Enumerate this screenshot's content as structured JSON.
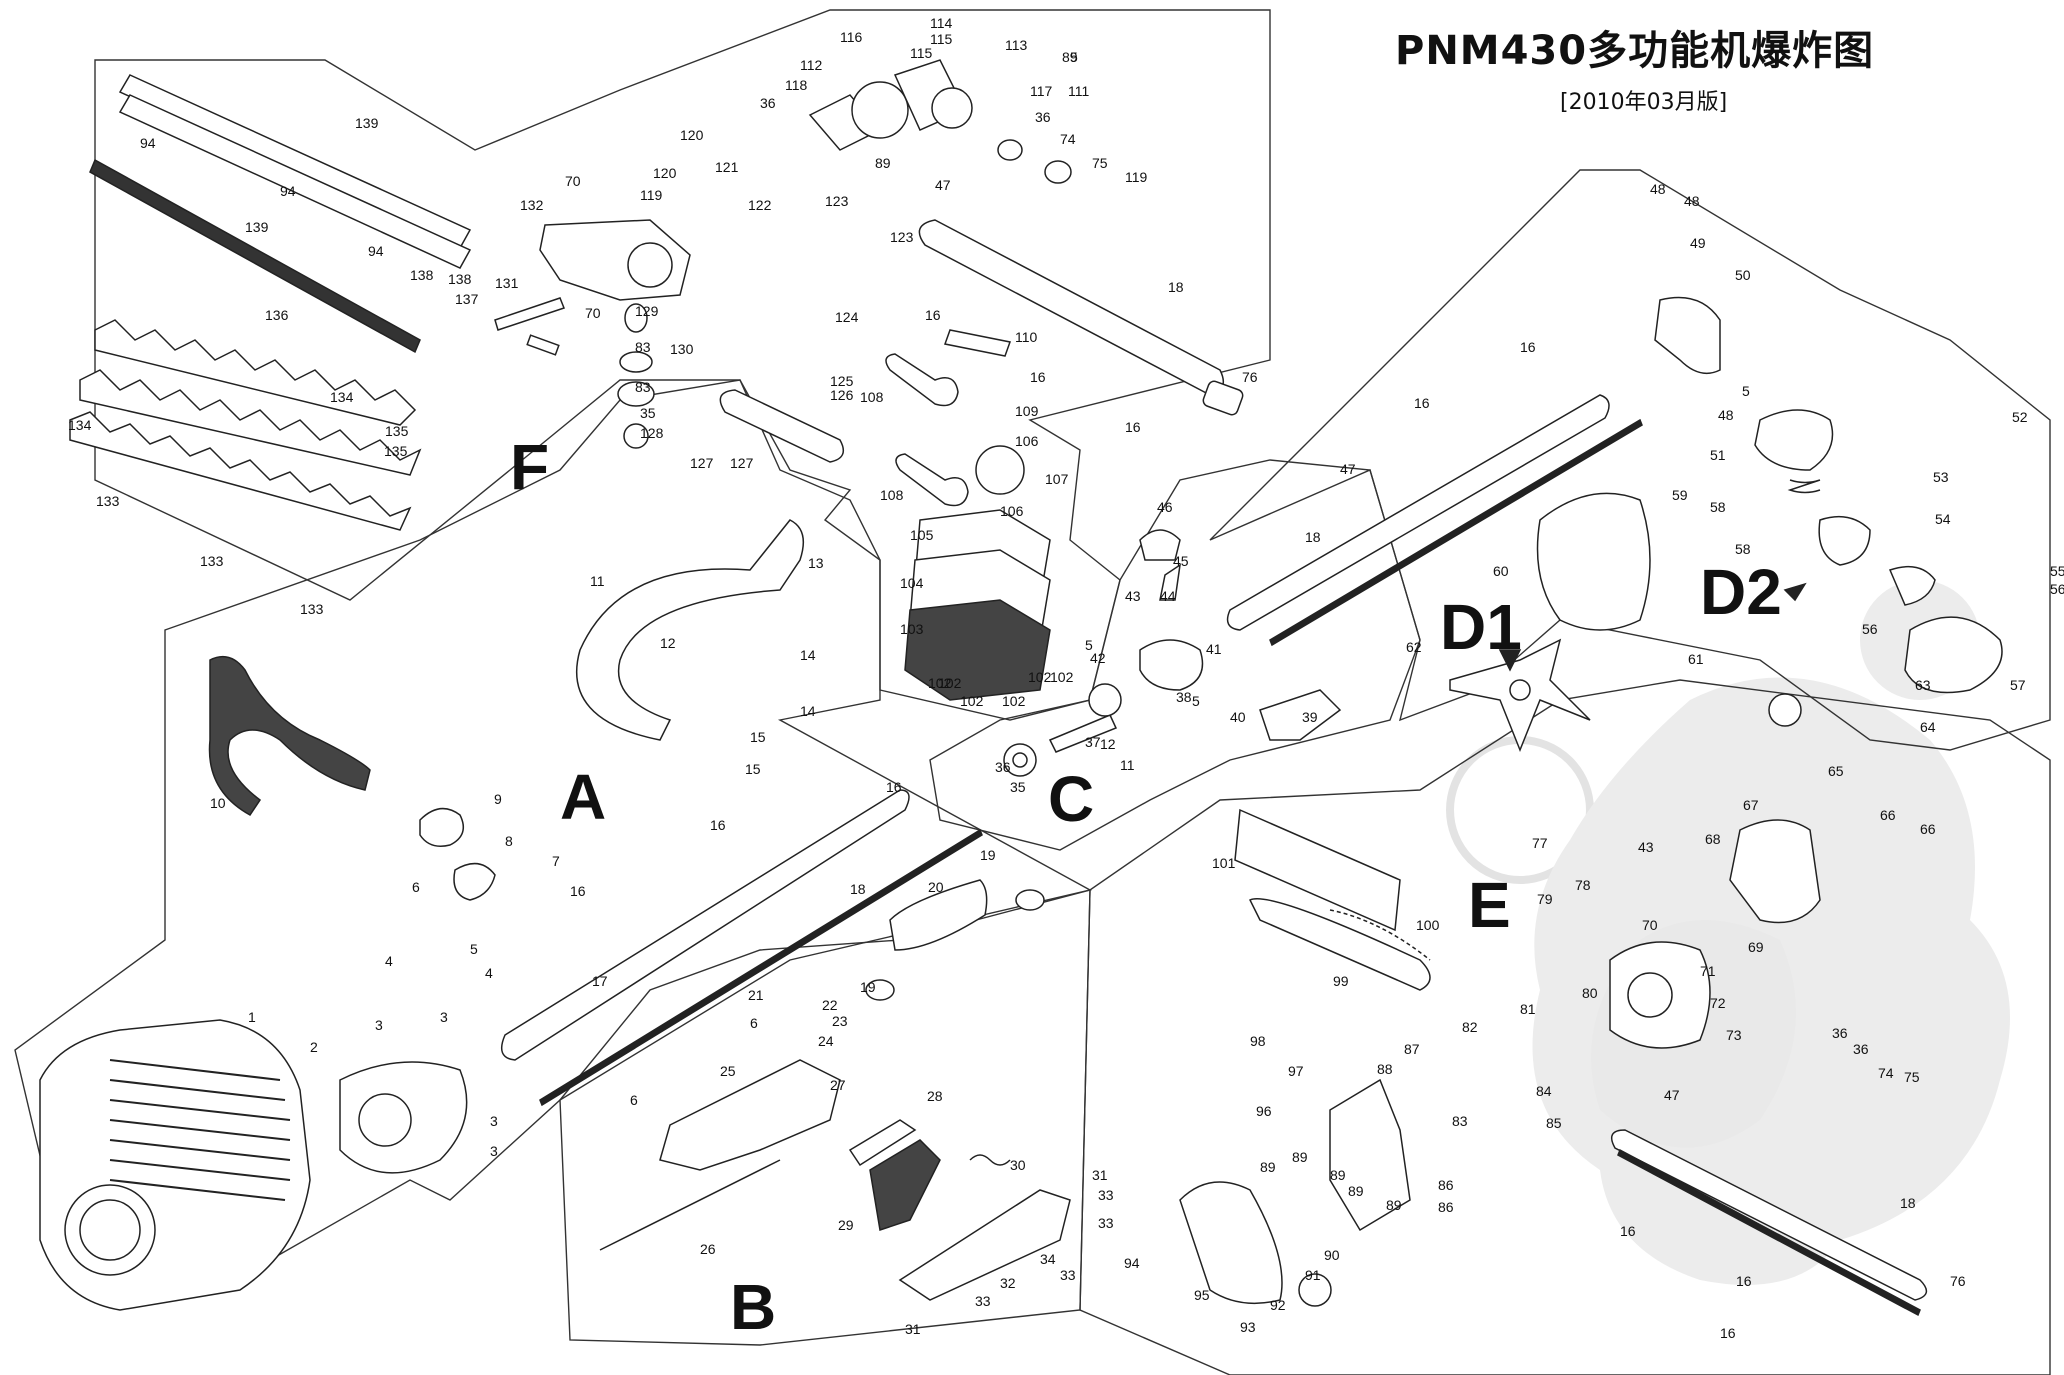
{
  "title": "PNM430多功能机爆炸图",
  "subtitle": "[2010年03月版]",
  "sections": {
    "A": "A",
    "B": "B",
    "C": "C",
    "D1": "D1",
    "D2": "D2",
    "E": "E",
    "F": "F"
  },
  "part_numbers": {
    "F": [
      "114",
      "115",
      "113",
      "5",
      "116",
      "115",
      "117",
      "89",
      "112",
      "118",
      "111",
      "36",
      "36",
      "74",
      "75",
      "119",
      "120",
      "89",
      "139",
      "94",
      "94",
      "121",
      "120",
      "119",
      "47",
      "70",
      "122",
      "123",
      "132",
      "94",
      "138",
      "138",
      "137",
      "123",
      "136",
      "131",
      "129",
      "70",
      "18",
      "110",
      "16",
      "16",
      "124",
      "125",
      "130",
      "83",
      "83",
      "126",
      "76",
      "108",
      "109",
      "106",
      "107",
      "16",
      "139",
      "134",
      "135",
      "135",
      "35",
      "128",
      "127",
      "127",
      "134",
      "133",
      "133",
      "133"
    ],
    "A": [
      "11",
      "13",
      "12",
      "14",
      "14",
      "15",
      "15",
      "10",
      "9",
      "8",
      "7",
      "6",
      "16",
      "16",
      "16",
      "18",
      "17",
      "20",
      "19",
      "19",
      "5",
      "4",
      "4",
      "3",
      "3",
      "3",
      "3",
      "2",
      "1"
    ],
    "B": [
      "21",
      "22",
      "23",
      "6",
      "24",
      "25",
      "27",
      "28",
      "6",
      "30",
      "26",
      "29",
      "31",
      "33",
      "33",
      "34",
      "33",
      "32",
      "33",
      "31"
    ],
    "C": [
      "46",
      "45",
      "43",
      "44",
      "42",
      "41",
      "38",
      "40",
      "39",
      "5",
      "5",
      "37",
      "36",
      "35",
      "12",
      "11",
      "102",
      "102",
      "102",
      "102",
      "102",
      "102",
      "105",
      "104",
      "103",
      "108",
      "106"
    ],
    "D": [
      "48",
      "48",
      "49",
      "50",
      "16",
      "5",
      "48",
      "16",
      "47",
      "18",
      "52",
      "51",
      "53",
      "54",
      "59",
      "58",
      "58",
      "60",
      "55",
      "56",
      "56",
      "57",
      "62",
      "61"
    ],
    "E": [
      "63",
      "64",
      "65",
      "67",
      "68",
      "66",
      "66",
      "101",
      "100",
      "99",
      "77",
      "43",
      "78",
      "79",
      "70",
      "69",
      "71",
      "72",
      "80",
      "81",
      "82",
      "73",
      "36",
      "36",
      "74",
      "75",
      "98",
      "97",
      "87",
      "88",
      "96",
      "83",
      "84",
      "85",
      "86",
      "86",
      "89",
      "89",
      "89",
      "89",
      "89",
      "94",
      "95",
      "91",
      "90",
      "92",
      "93",
      "47",
      "18",
      "16",
      "16",
      "16",
      "76"
    ]
  },
  "colors": {
    "line": "#222222",
    "dashed": "#444444",
    "watermark": "#e6e6e6"
  }
}
